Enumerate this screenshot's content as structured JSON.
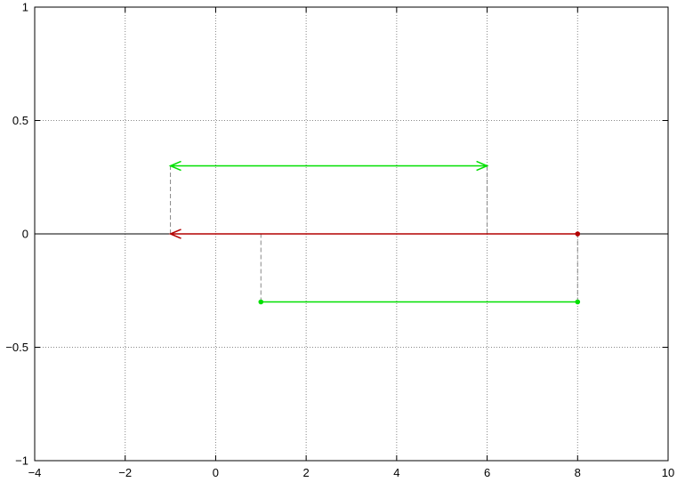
{
  "chart_data": {
    "type": "line",
    "title": "",
    "xlabel": "",
    "ylabel": "",
    "xlim": [
      -4,
      10
    ],
    "ylim": [
      -1,
      1
    ],
    "grid": true,
    "grid_style": "dotted",
    "xticks": [
      -4,
      -2,
      0,
      2,
      4,
      6,
      8,
      10
    ],
    "yticks": [
      -1,
      -0.5,
      0,
      0.5,
      1
    ],
    "xtick_labels": [
      "−4",
      "−2",
      "0",
      "2",
      "4",
      "6",
      "8",
      "10"
    ],
    "ytick_labels": [
      "−1",
      "−0.5",
      "0",
      "0.5",
      "1"
    ],
    "zero_line": {
      "y": 0,
      "color": "#000000"
    },
    "segments": [
      {
        "from": [
          -1,
          0.3
        ],
        "to": [
          6,
          0.3
        ],
        "color": "#00e000",
        "start_marker": "arrow",
        "end_marker": "arrow"
      },
      {
        "from": [
          8,
          0
        ],
        "to": [
          -1,
          0
        ],
        "color": "#b30000",
        "start_marker": "dot",
        "end_marker": "arrow"
      },
      {
        "from": [
          1,
          -0.3
        ],
        "to": [
          8,
          -0.3
        ],
        "color": "#00e000",
        "start_marker": "dot",
        "end_marker": "dot"
      }
    ],
    "dashed_guides": [
      {
        "x": -1,
        "y0": 0,
        "y1": 0.3
      },
      {
        "x": 6,
        "y0": 0,
        "y1": 0.3
      },
      {
        "x": 1,
        "y0": -0.3,
        "y1": 0
      },
      {
        "x": 8,
        "y0": -0.3,
        "y1": 0
      }
    ],
    "colors": {
      "frame": "#000000",
      "grid": "#888888",
      "guide": "#888888"
    }
  }
}
